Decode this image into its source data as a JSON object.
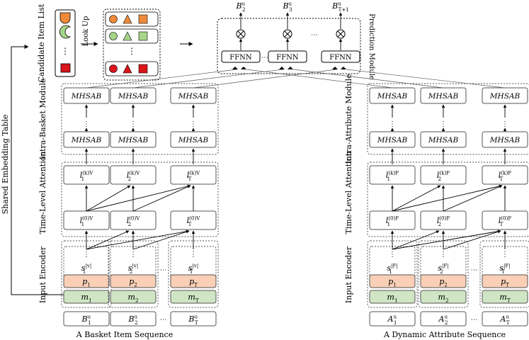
{
  "labels": {
    "shared_table": "Shared Embedding Table",
    "candidate_list": "Candidate Item List",
    "look_up": "Look Up",
    "prediction_module": "Prediction Module",
    "intra_basket": "Intra-Basket Module",
    "intra_attribute": "Intra-Attribute Module",
    "time_level": "Time-Level Attention",
    "input_encoder": "Input Encoder",
    "basket_caption": "A Basket Item Sequence",
    "attribute_caption": "A Dynamic Attribute Sequence",
    "ellipsis": "⋯"
  },
  "ffnn": {
    "label": "FFNN",
    "outputs": [
      {
        "base": "B",
        "sup": "u",
        "sub": "2"
      },
      {
        "base": "B",
        "sup": "u",
        "sub": "3"
      },
      {
        "base": "B",
        "sup": "u",
        "sub": "T+1"
      }
    ]
  },
  "blocks": {
    "mhsab": "MHSAB"
  },
  "basket": {
    "columns": [
      {
        "l_top": "l",
        "l_top_sub": "1",
        "l_top_sup": "(k)V",
        "l_bot_sub": "1",
        "l_bot_sup": "(0)V",
        "s_sub": "1",
        "s_sup": "|v|",
        "p": "p",
        "p_sub": "1",
        "m": "m",
        "m_sub": "1",
        "in": "B",
        "in_sub": "1",
        "in_sup": "u"
      },
      {
        "l_top": "l",
        "l_top_sub": "2",
        "l_top_sup": "(k)V",
        "l_bot_sub": "2",
        "l_bot_sup": "(0)V",
        "s_sub": "2",
        "s_sup": "|v|",
        "p": "p",
        "p_sub": "2",
        "m": "m",
        "m_sub": "2",
        "in": "B",
        "in_sub": "2",
        "in_sup": "u"
      },
      {
        "l_top": "l",
        "l_top_sub": "T",
        "l_top_sup": "(k)V",
        "l_bot_sub": "T",
        "l_bot_sup": "(0)V",
        "s_sub": "T",
        "s_sup": "|v|",
        "p": "p",
        "p_sub": "T",
        "m": "m",
        "m_sub": "T",
        "in": "B",
        "in_sub": "T",
        "in_sup": "u"
      }
    ]
  },
  "attribute": {
    "columns": [
      {
        "l_top": "l",
        "l_top_sub": "1",
        "l_top_sup": "(k)F",
        "l_bot_sub": "1",
        "l_bot_sup": "(0)F",
        "s_sub": "1",
        "s_sup": "|F|",
        "p": "p",
        "p_sub": "1",
        "m": "m",
        "m_sub": "1",
        "in": "A",
        "in_sub": "1",
        "in_sup": "u"
      },
      {
        "l_top": "l",
        "l_top_sub": "2",
        "l_top_sup": "(k)F",
        "l_bot_sub": "2",
        "l_bot_sup": "(0)F",
        "s_sub": "2",
        "s_sup": "|F|",
        "p": "p",
        "p_sub": "2",
        "m": "m",
        "m_sub": "2",
        "in": "A",
        "in_sub": "2",
        "in_sup": "u"
      },
      {
        "l_top": "l",
        "l_top_sub": "T",
        "l_top_sup": "(k)F",
        "l_bot_sub": "T",
        "l_bot_sup": "(0)F",
        "s_sub": "T",
        "s_sup": "|F|",
        "p": "p",
        "p_sub": "T",
        "m": "m",
        "m_sub": "T",
        "in": "A",
        "in_sub": "T",
        "in_sup": "u"
      }
    ]
  },
  "colors": {
    "orange": "#ee8a3a",
    "green": "#a6d58a",
    "red": "#d9141b",
    "p_fill": "#f9cfb6",
    "m_fill": "#cfe5c4",
    "line": "#555555"
  },
  "icons": [
    "circle",
    "crescent",
    "triangle",
    "square"
  ]
}
